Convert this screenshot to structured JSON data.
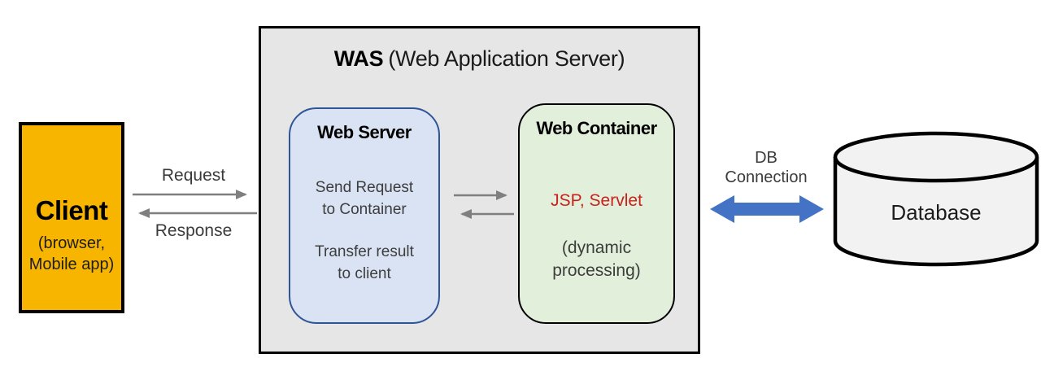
{
  "was": {
    "title_main": "WAS",
    "title_sub": "(Web Application Server)"
  },
  "client": {
    "title": "Client",
    "subtitle": "(browser,\nMobile app)"
  },
  "web_server": {
    "title": "Web Server",
    "body_1": "Send Request\nto Container",
    "body_2": "Transfer result\nto client"
  },
  "web_container": {
    "title": "Web Container",
    "tech": "JSP, Servlet",
    "note": "(dynamic\nprocessing)"
  },
  "database": {
    "label": "Database"
  },
  "connections": {
    "request": "Request",
    "response": "Response",
    "db": "DB\nConnection"
  },
  "colors": {
    "client_fill": "#F7B500",
    "was_fill": "#E7E6E6",
    "web_server_fill": "#DAE3F3",
    "web_server_border": "#2F5597",
    "web_container_fill": "#E2EFDA",
    "tech_red": "#C9211C",
    "arrow_gray": "#7F7F7F",
    "db_arrow_blue": "#4472C4",
    "database_fill": "#F2F2F2"
  }
}
